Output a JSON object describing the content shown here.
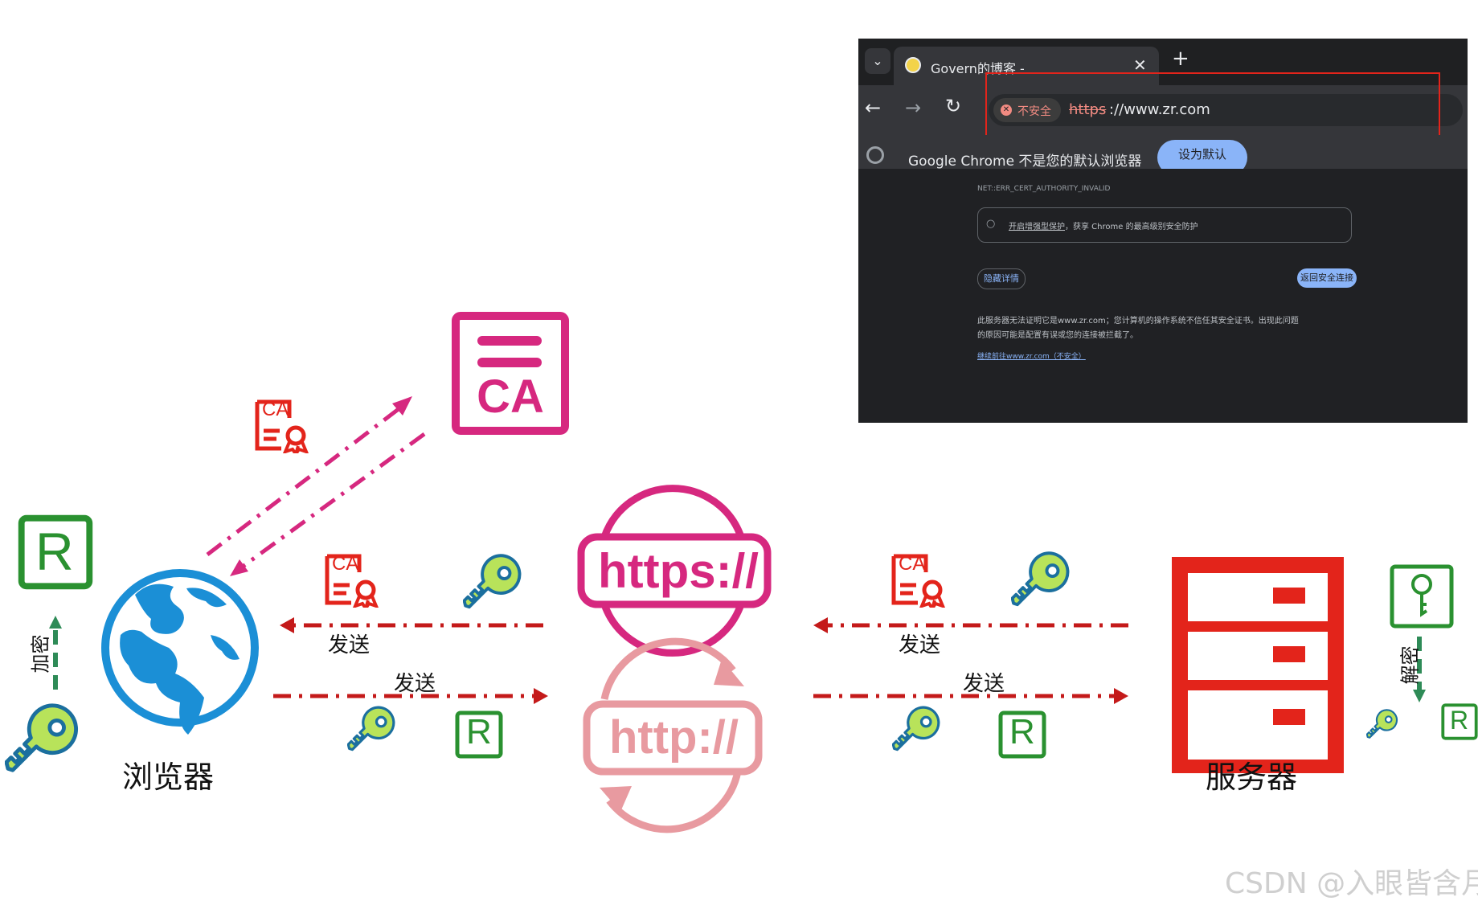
{
  "diagram": {
    "browser_label": "浏览器",
    "server_label": "服务器",
    "encrypt_label": "加密",
    "decrypt_label": "解密",
    "send_labels": [
      "发送",
      "发送",
      "发送",
      "发送"
    ],
    "ca_badge_text": "CA",
    "ca_box_text": "CA",
    "random_key_letter": "R",
    "https_text": "https://",
    "http_text": "http://"
  },
  "browser_screenshot": {
    "tab_title": "Govern的博客 -",
    "not_secure_label": "不安全",
    "url_scheme": "https",
    "url_rest": "://www.zr.com",
    "infobar_text": "Google Chrome 不是您的默认浏览器",
    "infobar_button": "设为默认",
    "error_code": "NET::ERR_CERT_AUTHORITY_INVALID",
    "hint_link": "开启增强型保护",
    "hint_rest": "，获享 Chrome 的最高级别安全防护",
    "hide_details_button": "隐藏详情",
    "back_to_safety_button": "返回安全连接",
    "explanation_line1": "此服务器无法证明它是www.zr.com；您计算机的操作系统不信任其安全证书。出现此问题",
    "explanation_line2": "的原因可能是配置有误或您的连接被拦截了。",
    "proceed_link": "继续前往www.zr.com（不安全）"
  },
  "watermark": "CSDN @入眼皆含月",
  "colors": {
    "ca_magenta": "#d6287f",
    "arrow_red": "#c41a1a",
    "server_red": "#e3241b",
    "globe_blue": "#1b8fd6",
    "green": "#2a9130",
    "key_lime": "#b8e35a",
    "http_pink": "#e89aa0",
    "decrypt_arrow": "#2e8b57"
  }
}
